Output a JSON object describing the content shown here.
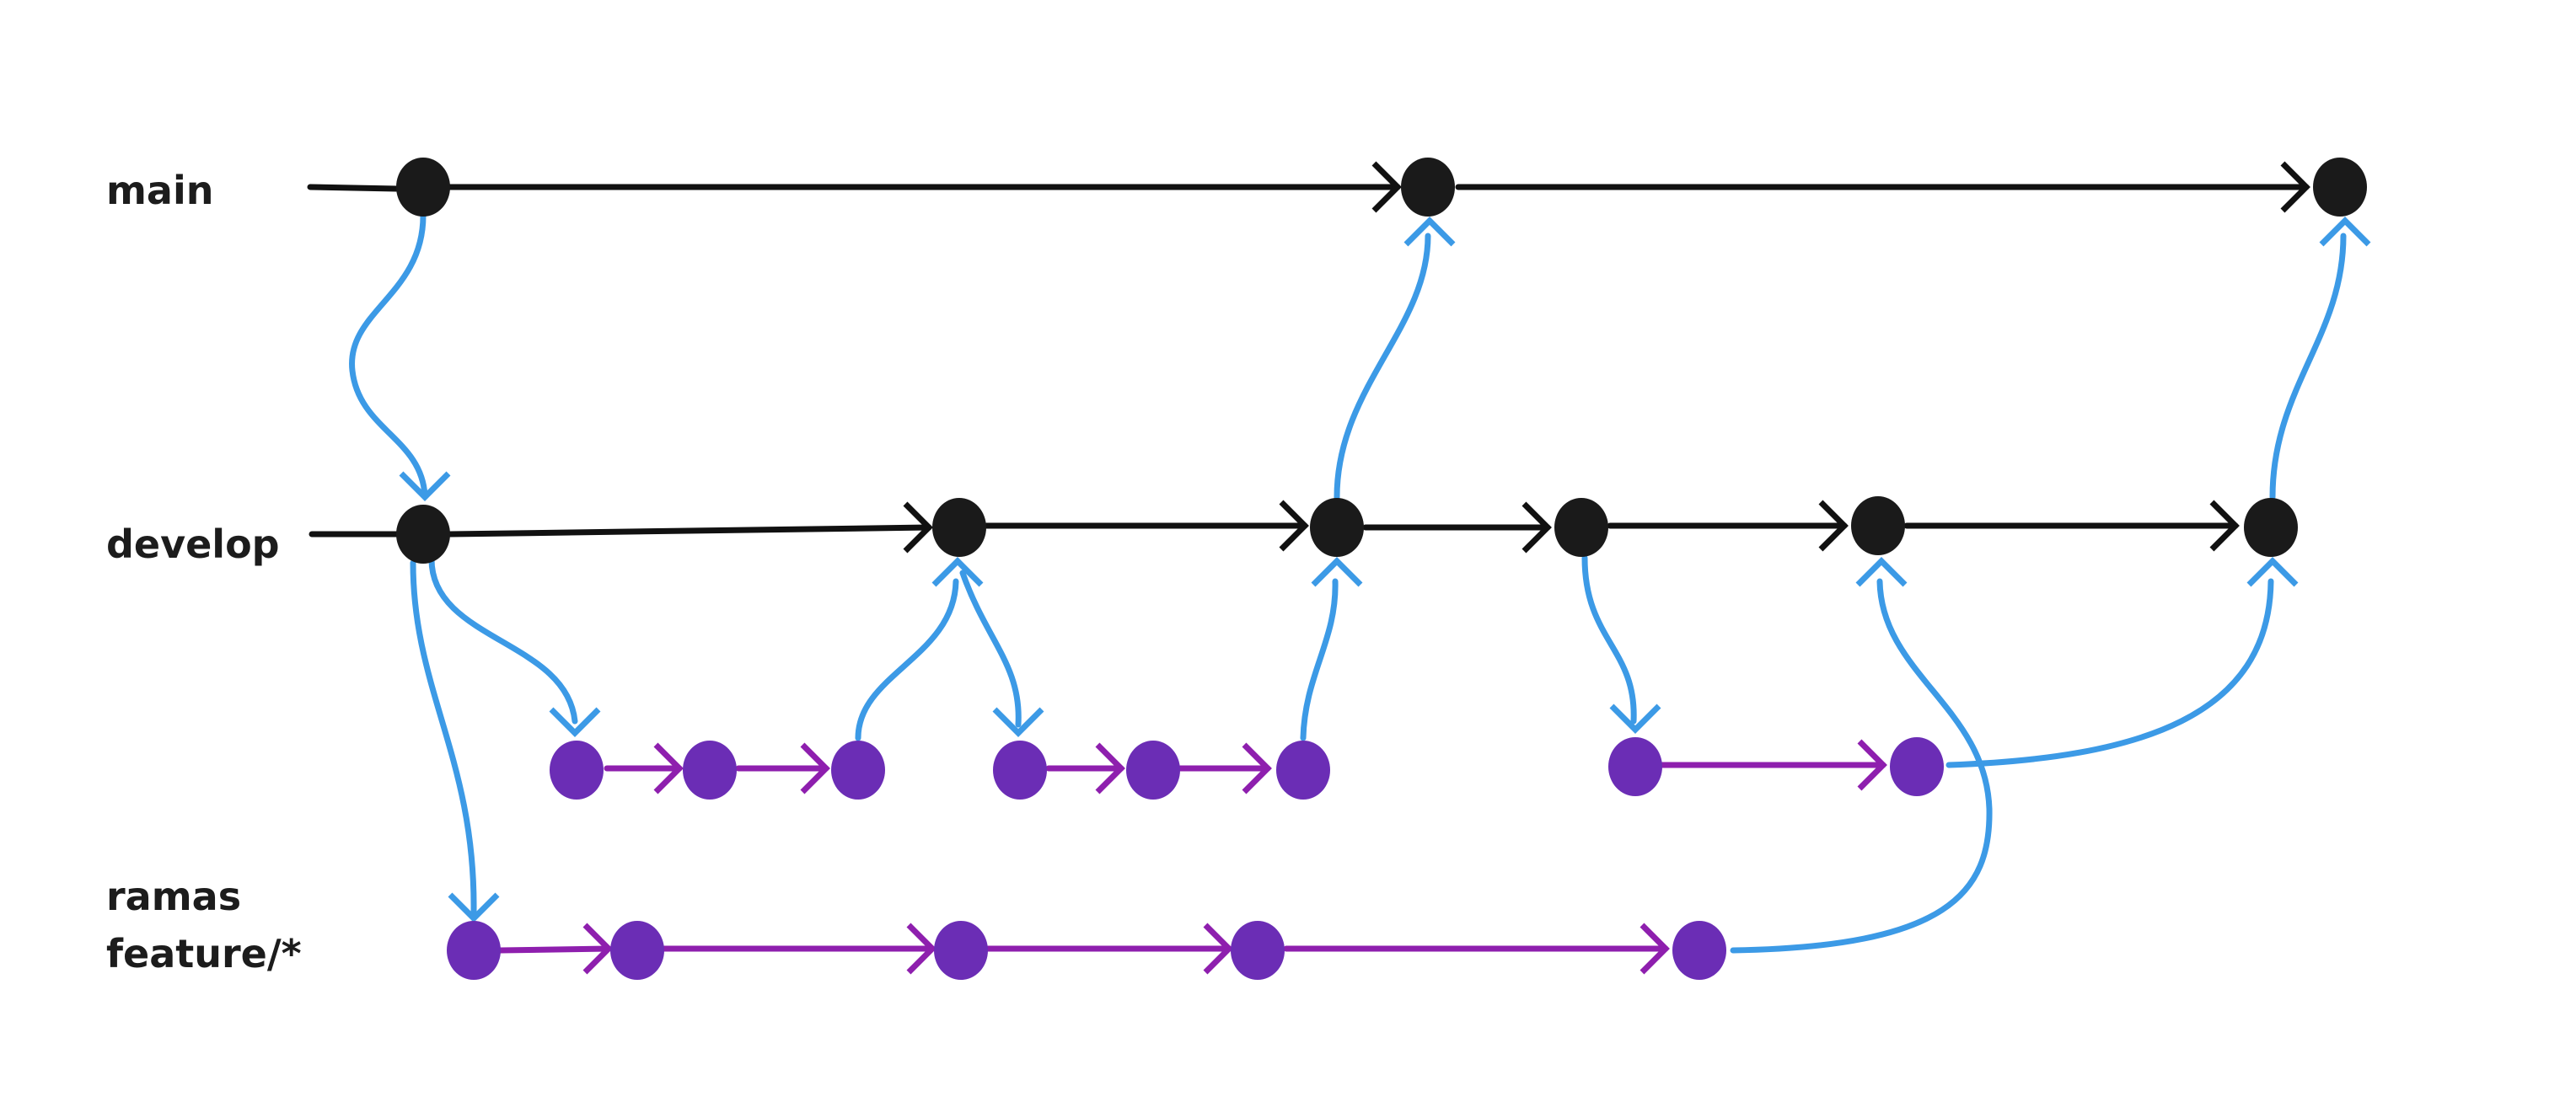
{
  "labels": {
    "main": "main",
    "develop": "develop",
    "feature_line1": "ramas",
    "feature_line2": "feature/*"
  },
  "colors": {
    "background": "#ffffff",
    "main_commit": "#1a1a1a",
    "main_line": "#111111",
    "feature_commit": "#6b2db5",
    "feature_line": "#8e1fae",
    "merge_curve": "#3c9ae6",
    "label_text": "#1c1c1c"
  }
}
